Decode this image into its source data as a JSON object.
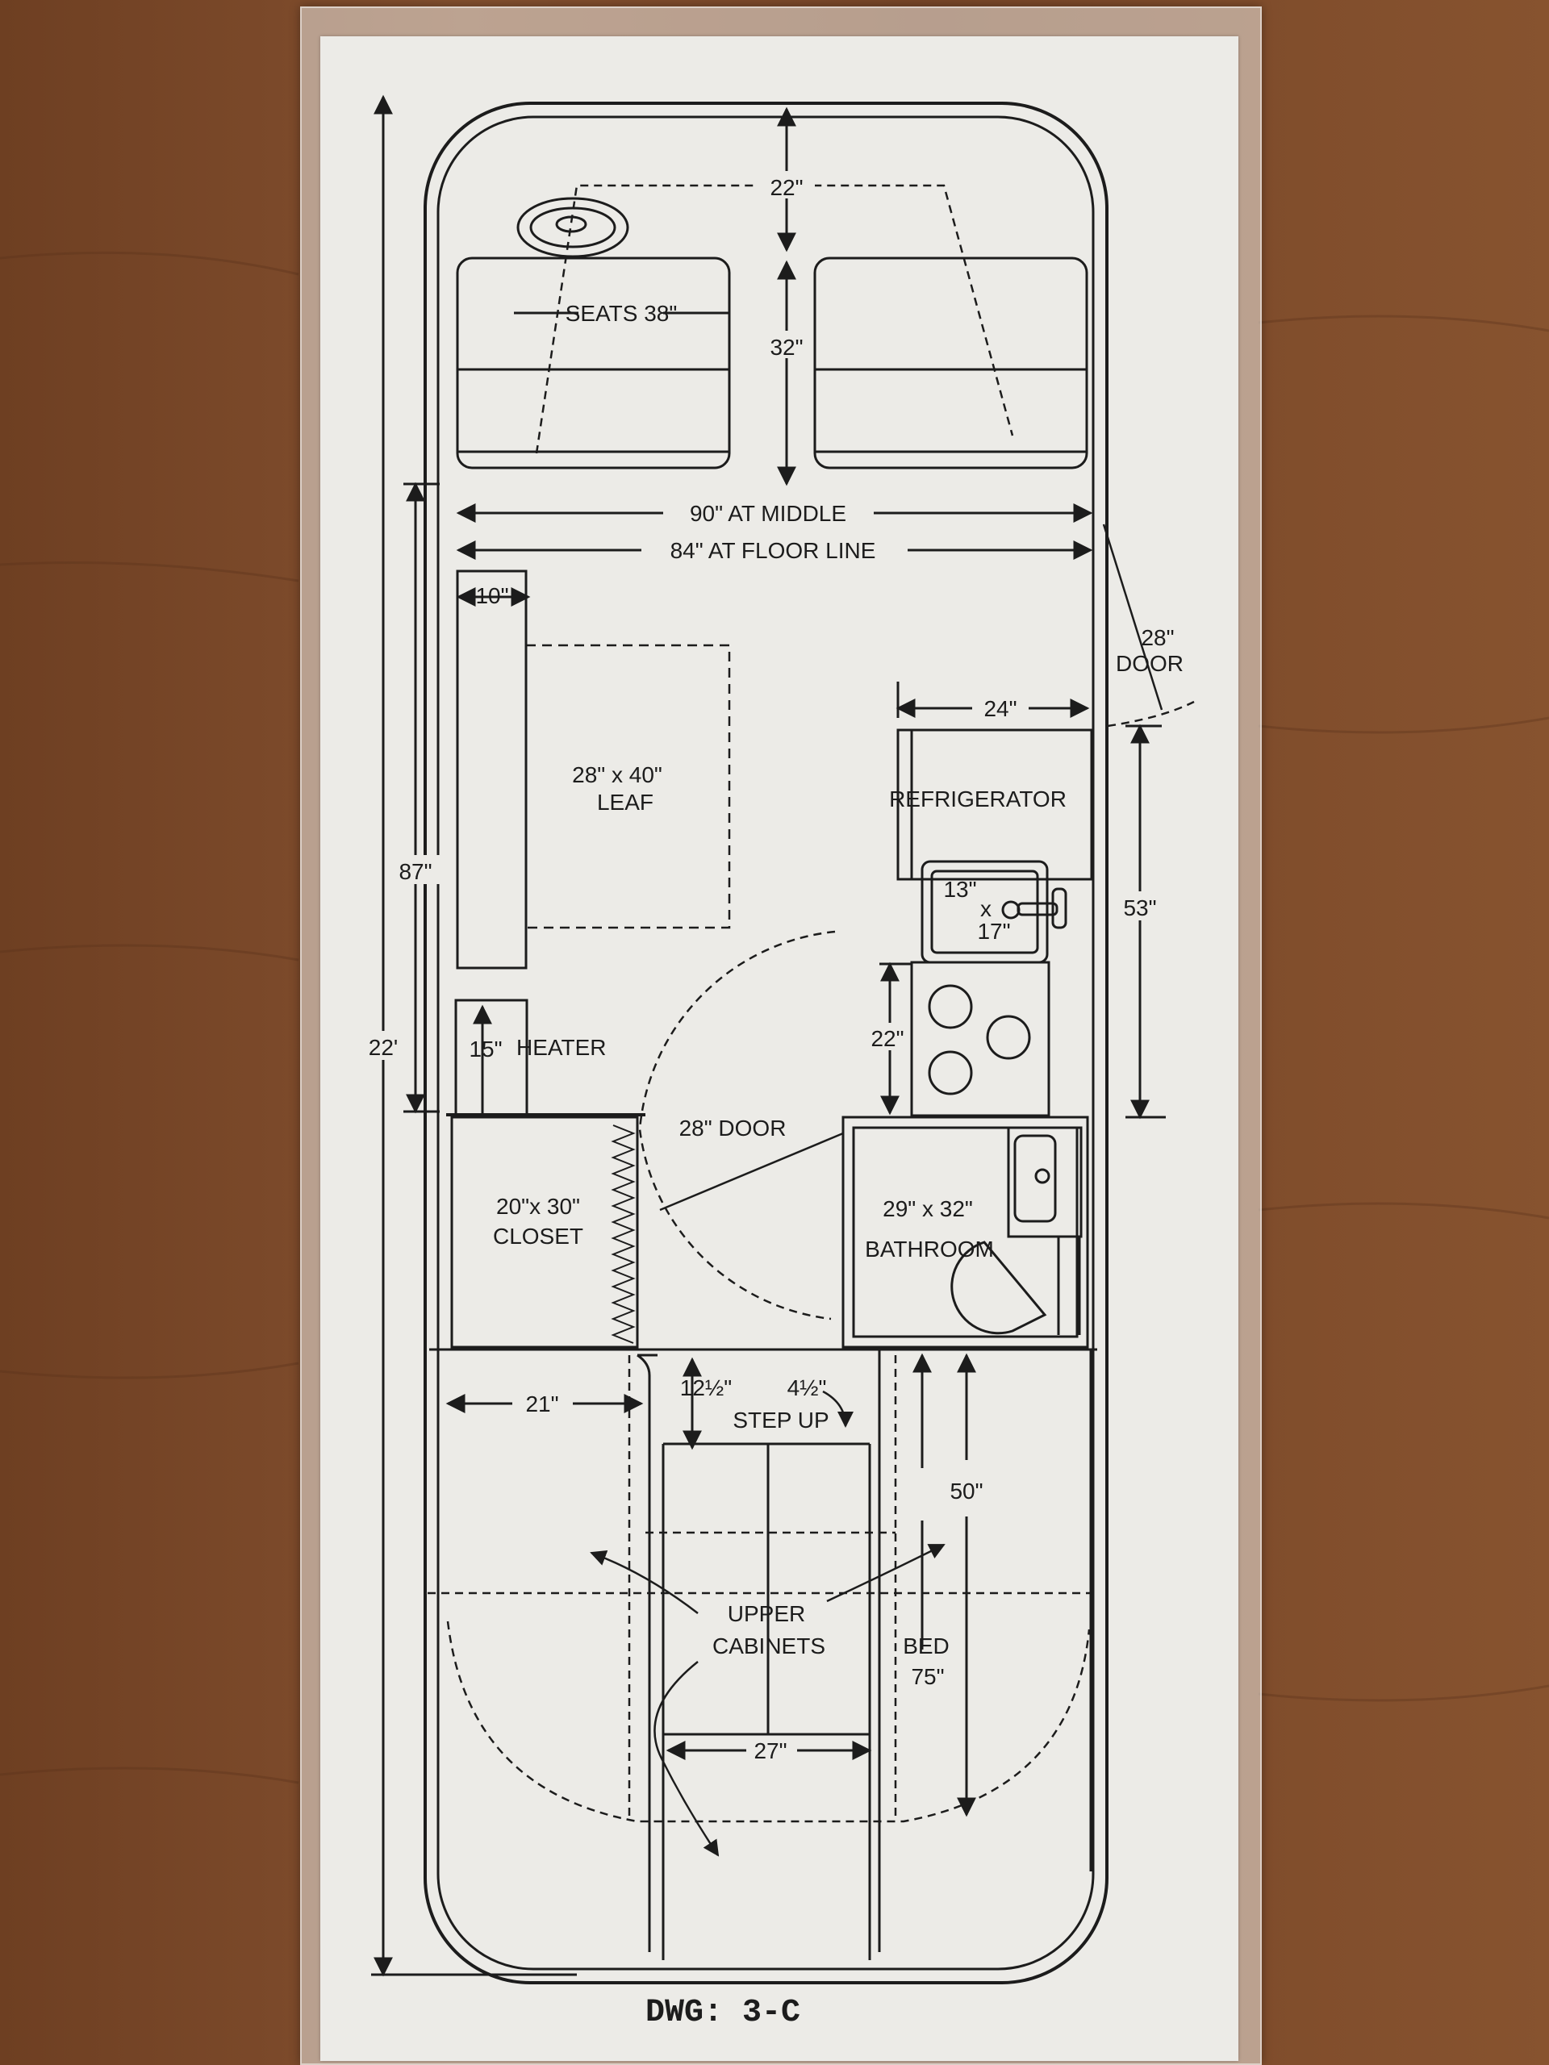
{
  "drawing": {
    "id": "DWG: 3-C",
    "labels": {
      "front_clearance": "22\"",
      "seats": "SEATS 38\"",
      "seat_depth": "32\"",
      "width_middle": "90\" AT MIDDLE",
      "width_floor": "84\" AT FLOOR LINE",
      "shelf_depth": "10\"",
      "leaf_size": "28\" x 40\"",
      "leaf": "LEAF",
      "entry_door_width": "28\"",
      "entry_door": "DOOR",
      "counter_width": "24\"",
      "refrigerator": "REFRIGERATOR",
      "sink_w": "13\"",
      "sink_x": "x",
      "sink_h": "17\"",
      "galley_length": "53\"",
      "dinette_length": "87\"",
      "overall_length": "22'",
      "heater_depth": "15\"",
      "heater": "HEATER",
      "stove_depth": "22\"",
      "bath_door": "28\" DOOR",
      "closet_size": "20\"x 30\"",
      "closet": "CLOSET",
      "bath_size": "29\" x 32\"",
      "bathroom": "BATHROOM",
      "aisle_width": "21\"",
      "step_height": "12½\"",
      "step_rise": "4½\"",
      "step_up": "STEP UP",
      "bed_width": "50\"",
      "upper": "UPPER",
      "cabinets": "CABINETS",
      "bed": "BED",
      "bed_length": "75\"",
      "cabinet_width": "27\""
    }
  }
}
